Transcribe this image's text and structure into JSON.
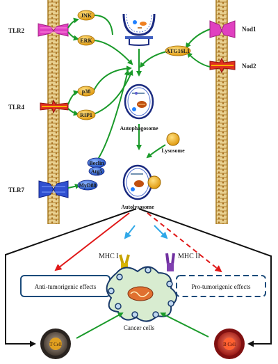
{
  "receptors": {
    "tlr2": "TLR2",
    "tlr4": "TLR4",
    "tlr7": "TLR7",
    "nod1": "Nod1",
    "nod2": "Nod2"
  },
  "molecules": {
    "jnk": "JNK",
    "erk": "ERK",
    "p38": "p38",
    "rip1": "RIP1",
    "beclin": "Beclin",
    "atg5": "Atg5",
    "myd88": "MyD88",
    "atg16l1": "ATG16L1"
  },
  "organelles": {
    "autophagosome": "Autophagosome",
    "lysosome": "Lysosome",
    "autolysosome": "Autolysosome"
  },
  "mhc": {
    "class1": "MHC I",
    "class2": "MHC II"
  },
  "effects": {
    "anti": "Anti-tumorigenic effects",
    "pro": "Pro-tumorigenic effects"
  },
  "cells": {
    "cancer": "Cancer cells",
    "t_cell": "T Cell",
    "b_cell": "B Cell"
  },
  "colors": {
    "membrane": "#c8a040",
    "pill_gold": "#f0b020",
    "pill_blue": "#3060d0",
    "arrow_green": "#1a9a2a",
    "arrow_red": "#e01818",
    "arrow_blue": "#30a8e8",
    "tlr2_pink": "#e040c0",
    "tlr4_red": "#e03020",
    "tlr7_blue": "#3050d0",
    "cancer_fill": "#d8ecd0",
    "dashed_box": "#1a4a7a"
  }
}
